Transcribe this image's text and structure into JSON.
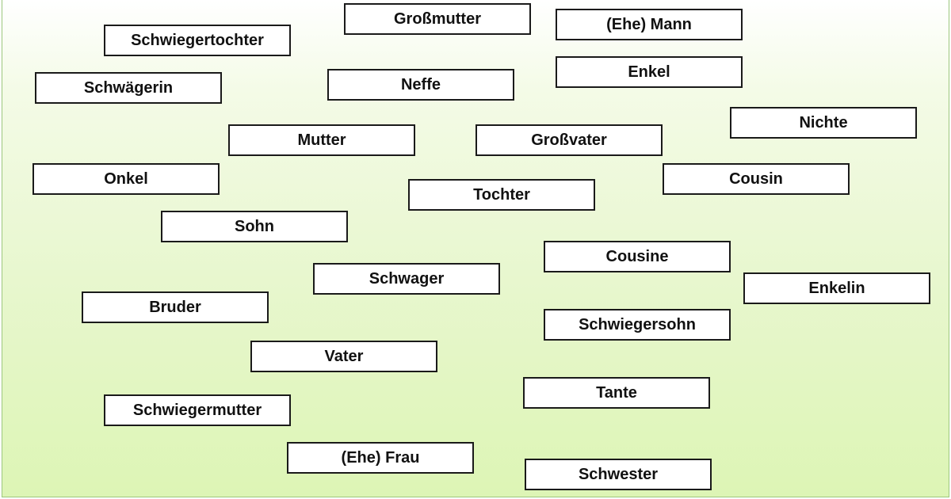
{
  "cards": [
    "Großmutter",
    "(Ehe) Mann",
    "Schwiegertochter",
    "Enkel",
    "Schwägerin",
    "Neffe",
    "Nichte",
    "Mutter",
    "Großvater",
    "Onkel",
    "Cousin",
    "Tochter",
    "Sohn",
    "Cousine",
    "Schwager",
    "Enkelin",
    "Bruder",
    "Schwiegersohn",
    "Vater",
    "Tante",
    "Schwiegermutter",
    "(Ehe) Frau",
    "Schwester"
  ]
}
